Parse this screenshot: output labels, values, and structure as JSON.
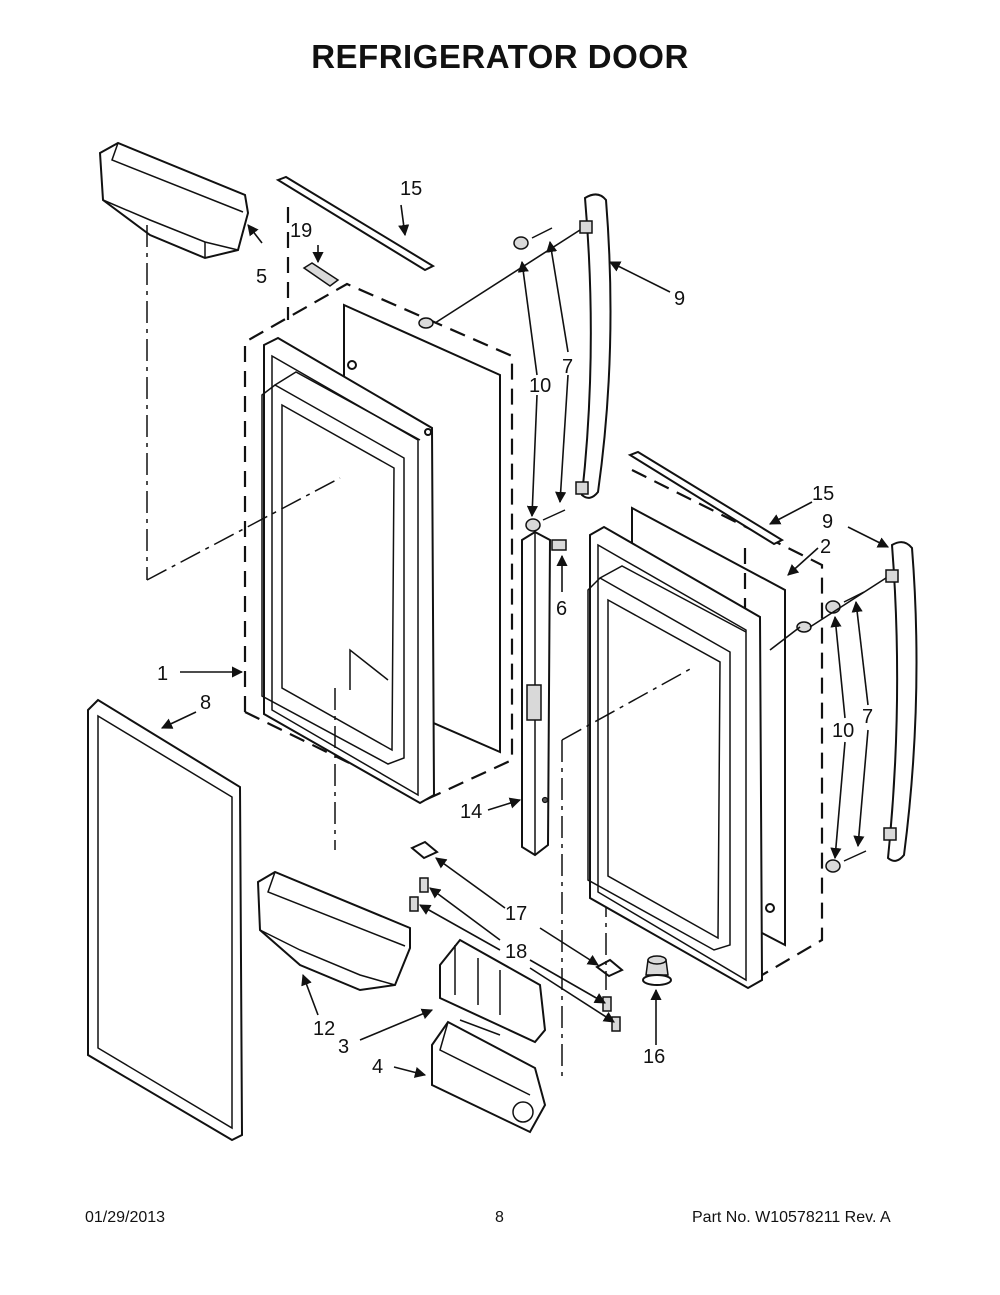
{
  "title": "REFRIGERATOR DOOR",
  "footer": {
    "date": "01/29/2013",
    "page": "8",
    "part_number": "Part No.  W10578211  Rev.  A"
  },
  "callouts": {
    "c1": "1",
    "c2": "2",
    "c3": "3",
    "c4": "4",
    "c5": "5",
    "c6": "6",
    "c7a": "7",
    "c7b": "7",
    "c8": "8",
    "c9a": "9",
    "c9b": "9",
    "c10a": "10",
    "c10b": "10",
    "c12": "12",
    "c14": "14",
    "c15a": "15",
    "c15b": "15",
    "c16": "16",
    "c17": "17",
    "c18": "18",
    "c19": "19"
  }
}
